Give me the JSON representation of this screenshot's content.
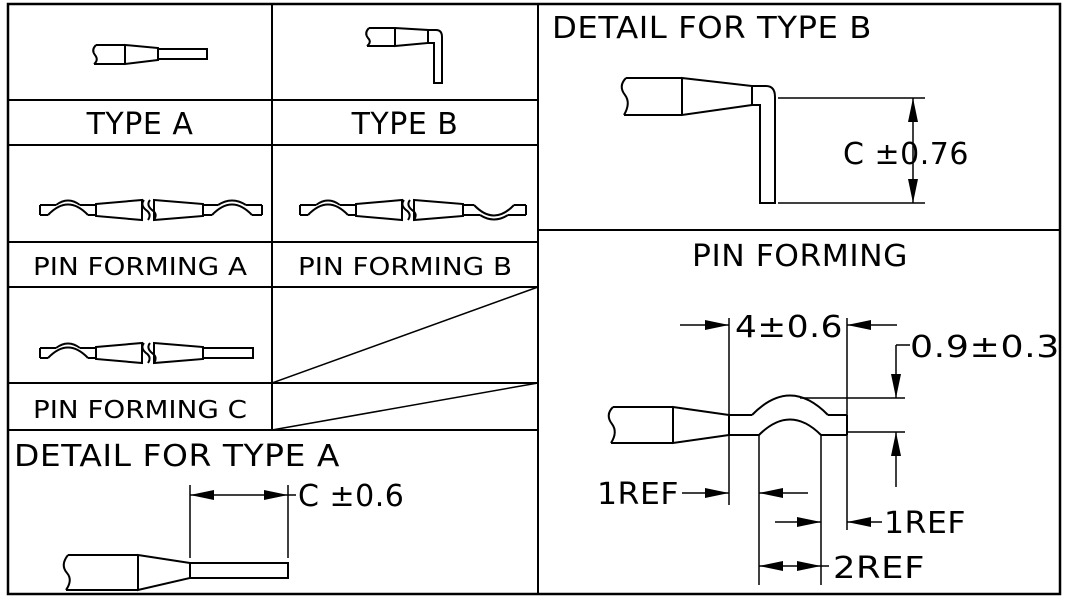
{
  "labels": {
    "type_a": "TYPE A",
    "type_b": "TYPE B",
    "pin_forming_a": "PIN FORMING A",
    "pin_forming_b": "PIN FORMING B",
    "pin_forming_c": "PIN FORMING C",
    "detail_type_a": "DETAIL FOR TYPE A",
    "detail_type_b": "DETAIL FOR TYPE B",
    "pin_forming": "PIN FORMING"
  },
  "dimensions": {
    "type_a_c": "C  ±0.6",
    "type_b_c": "C  ±0.76",
    "span": "4±0.6",
    "height": "0.9±0.3",
    "ref_left": "1REF",
    "ref_right": "1REF",
    "ref_bottom": "2REF"
  }
}
